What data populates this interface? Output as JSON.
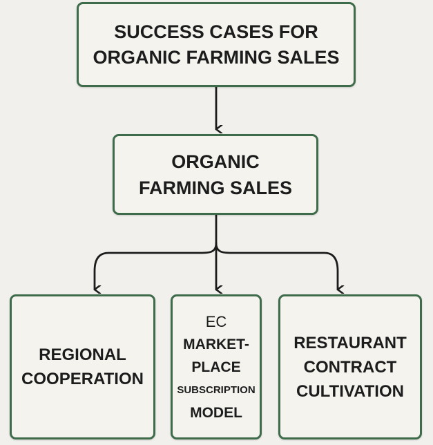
{
  "diagram": {
    "root": {
      "lines": [
        "SUCCESS CASES FOR",
        "ORGANIC FARMING SALES"
      ]
    },
    "middle": {
      "lines": [
        "ORGANIC",
        "FARMING SALES"
      ]
    },
    "leaves": [
      {
        "lines": [
          "REGIONAL",
          "COOPERATION"
        ]
      },
      {
        "lines": [
          "EC",
          "MARKET-",
          "PLACE",
          "SUBSCRIPTION",
          "MODEL"
        ]
      },
      {
        "lines": [
          "RESTAURANT",
          "CONTRACT",
          "CULTIVATION"
        ]
      }
    ],
    "colors": {
      "border": "#3e6b4a",
      "arrow": "#1c1c1c",
      "background": "#f1f0ec",
      "box_fill": "#f4f3ee",
      "text": "#1c1c1c"
    }
  }
}
